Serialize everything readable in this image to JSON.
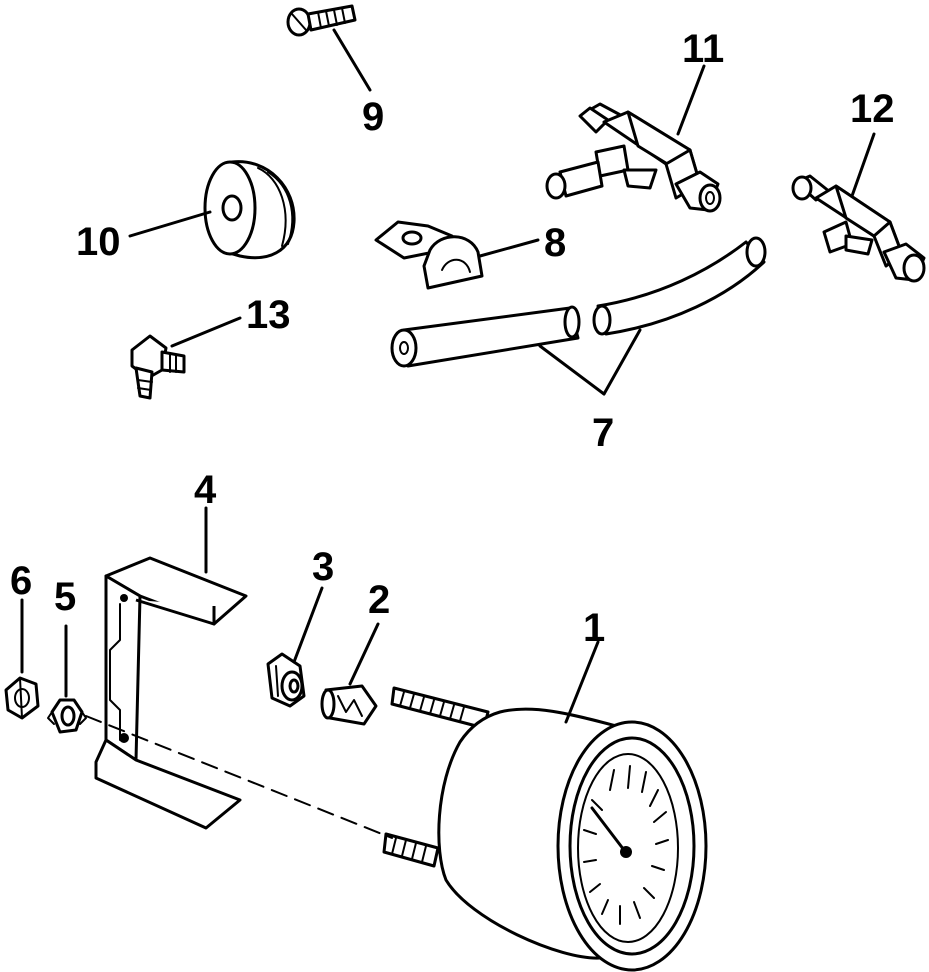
{
  "labels": {
    "p1": "1",
    "p2": "2",
    "p3": "3",
    "p4": "4",
    "p5": "5",
    "p6": "6",
    "p7": "7",
    "p8": "8",
    "p9": "9",
    "p10": "10",
    "p11": "11",
    "p12": "12",
    "p13": "13"
  },
  "colors": {
    "ink": "#000000",
    "paper": "#ffffff"
  }
}
